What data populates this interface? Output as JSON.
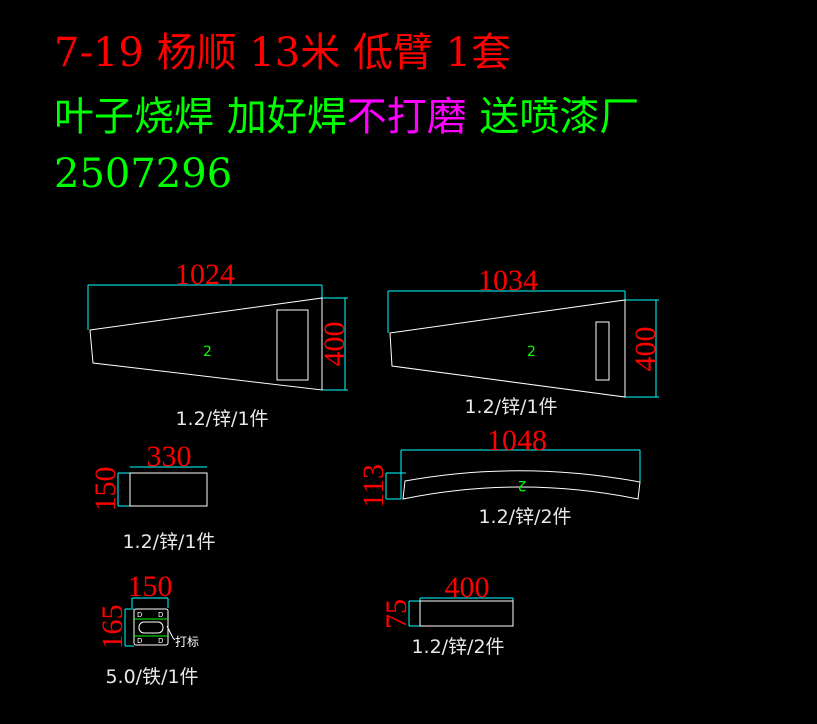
{
  "header": {
    "line1": "7-19 杨顺 13米 低臂 1套",
    "line2_a": "叶子烧焊 加好焊",
    "line2_b": "不打磨",
    "line2_c": " 送喷漆厂",
    "line3": "2507296"
  },
  "parts": [
    {
      "width_dim": "1024",
      "height_dim": "400",
      "mark": "2",
      "caption": "1.2/锌/1件"
    },
    {
      "width_dim": "1034",
      "height_dim": "400",
      "mark": "2",
      "caption": "1.2/锌/1件"
    },
    {
      "width_dim": "330",
      "height_dim": "150",
      "caption": "1.2/锌/1件"
    },
    {
      "width_dim": "1048",
      "height_dim": "113",
      "mark": "2",
      "caption": "1.2/锌/2件"
    },
    {
      "width_dim": "150",
      "height_dim": "165",
      "note": "打标",
      "hole_mark": "D",
      "caption": "5.0/铁/1件"
    },
    {
      "width_dim": "400",
      "height_dim": "75",
      "caption": "1.2/锌/2件"
    }
  ],
  "colors": {
    "title": "#ff0000",
    "note": "#00ff00",
    "highlight": "#ff00ff",
    "dimension": "#00ffff",
    "outline": "#ffffff"
  }
}
